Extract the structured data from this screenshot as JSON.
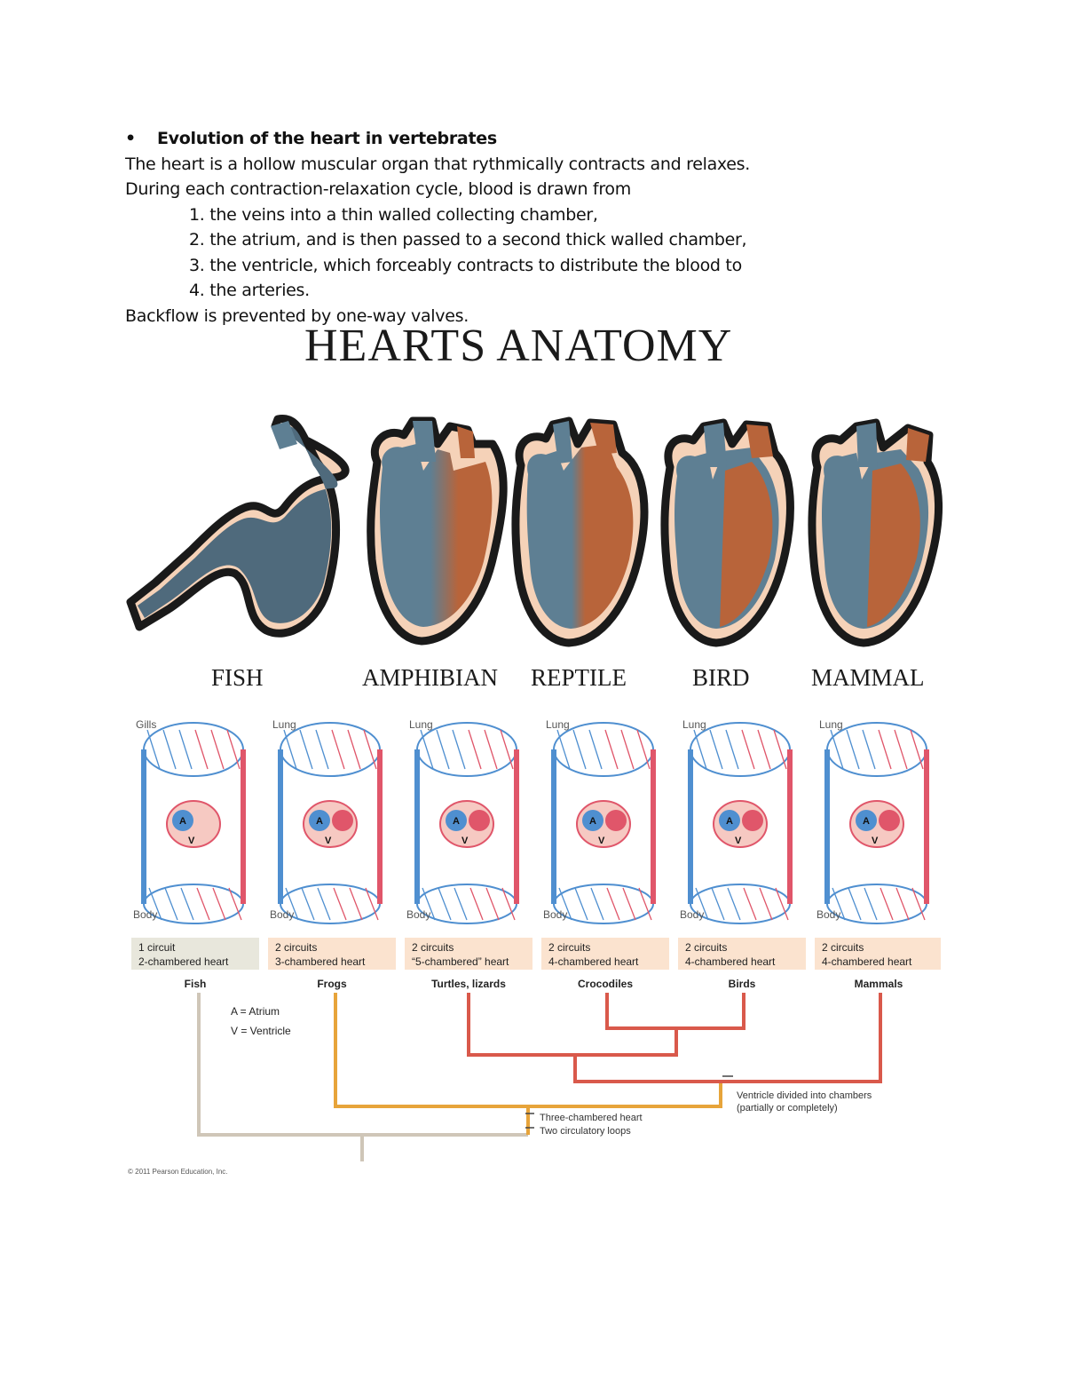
{
  "text": {
    "bullet": "•",
    "heading": "Evolution of the heart in vertebrates",
    "line1": "The heart is a hollow muscular organ that rythmically contracts and relaxes.",
    "line2": "During each contraction-relaxation cycle, blood is drawn from",
    "steps": [
      "1. the veins into a thin walled collecting chamber,",
      "2. the atrium, and is then passed to a second thick walled chamber,",
      "3. the ventricle, which forceably contracts to distribute the blood to",
      "4. the arteries."
    ],
    "line3": "Backflow is prevented by one-way valves."
  },
  "figure1": {
    "title": "HEARTS ANATOMY",
    "labels": [
      "FISH",
      "AMPHIBIAN",
      "REPTILE",
      "BIRD",
      "MAMMAL"
    ]
  },
  "figure2": {
    "panels": [
      {
        "top": "Gills",
        "bottom": "Body",
        "circuits": "1 circuit",
        "chambers": "2-chambered heart",
        "group": "Fish"
      },
      {
        "top": "Lung",
        "bottom": "Body",
        "circuits": "2 circuits",
        "chambers": "3-chambered heart",
        "group": "Frogs"
      },
      {
        "top": "Lung",
        "bottom": "Body",
        "circuits": "2 circuits",
        "chambers": "“5-chambered” heart",
        "group": "Turtles, lizards"
      },
      {
        "top": "Lung",
        "bottom": "Body",
        "circuits": "2 circuits",
        "chambers": "4-chambered heart",
        "group": "Crocodiles"
      },
      {
        "top": "Lung",
        "bottom": "Body",
        "circuits": "2 circuits",
        "chambers": "4-chambered heart",
        "group": "Birds"
      },
      {
        "top": "Lung",
        "bottom": "Body",
        "circuits": "2 circuits",
        "chambers": "4-chambered heart",
        "group": "Mammals"
      }
    ],
    "chamber_letters": {
      "atrium": "A",
      "ventricle": "V"
    },
    "legend": [
      "A = Atrium",
      "V = Ventricle"
    ],
    "notes": {
      "ventricle_divided_1": "Ventricle divided into chambers",
      "ventricle_divided_2": "(partially or completely)",
      "three_chambered": "Three-chambered heart",
      "two_loops": "Two circulatory loops"
    },
    "credit": "© 2011 Pearson Education, Inc."
  },
  "colors": {
    "oxygen_poor": "#5e7f93",
    "oxygen_rich": "#b8643a",
    "heart_outline": "#f5d2b8",
    "vessel_blue": "#4f8fd0",
    "vessel_red": "#e0566a",
    "tree_gray": "#cfc6b8",
    "tree_orange": "#e7a43a",
    "tree_red": "#d9594b",
    "box_gray": "#e8e7dc",
    "box_peach": "#fbe3cf"
  }
}
